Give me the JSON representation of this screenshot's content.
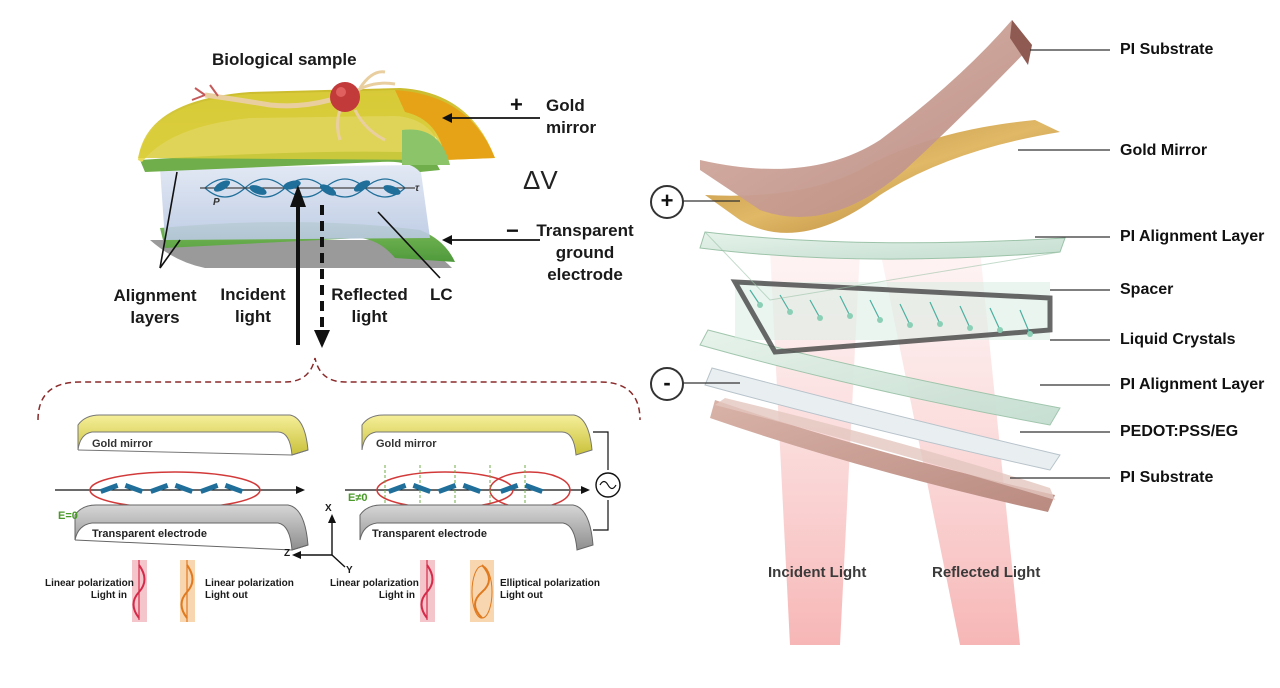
{
  "top_left": {
    "biological_sample": "Biological sample",
    "gold_mirror_sign": "+",
    "gold_mirror": [
      "Gold",
      "mirror"
    ],
    "delta_v": "ΔV",
    "ground_sign": "−",
    "ground_electrode": [
      "Transparent",
      "ground",
      "electrode"
    ],
    "alignment_layers": [
      "Alignment",
      "layers"
    ],
    "incident_light": [
      "Incident",
      "light"
    ],
    "reflected_light": [
      "Reflected",
      "light"
    ],
    "lc": "LC",
    "tau_symbol": "τ",
    "p_symbol": "P"
  },
  "bottom_left": {
    "left_panel": {
      "gold_mirror": "Gold mirror",
      "transparent_electrode": "Transparent electrode",
      "field": "E=0",
      "light_in": [
        "Linear polarization",
        "Light in"
      ],
      "light_out": [
        "Linear polarization",
        "Light out"
      ]
    },
    "right_panel": {
      "gold_mirror": "Gold mirror",
      "transparent_electrode": "Transparent electrode",
      "field": "E≠0",
      "light_in": [
        "Linear polarization",
        "Light in"
      ],
      "light_out": [
        "Elliptical polarization",
        "Light out"
      ]
    },
    "axes": {
      "x": "X",
      "y": "Y",
      "z": "Z"
    }
  },
  "right": {
    "layers": [
      "PI Substrate",
      "Gold Mirror",
      "PI Alignment Layer",
      "Spacer",
      "Liquid Crystals",
      "PI Alignment Layer",
      "PEDOT:PSS/EG",
      "PI Substrate"
    ],
    "plus": "+",
    "minus": "-",
    "incident_light": "Incident Light",
    "reflected_light": "Reflected Light"
  },
  "colors": {
    "gold": "#d8c24a",
    "green": "#6fae4a",
    "lc_blue": "#1f6f9a",
    "pi_substrate": "#c9a49a",
    "light_red": "#f08a8a"
  }
}
